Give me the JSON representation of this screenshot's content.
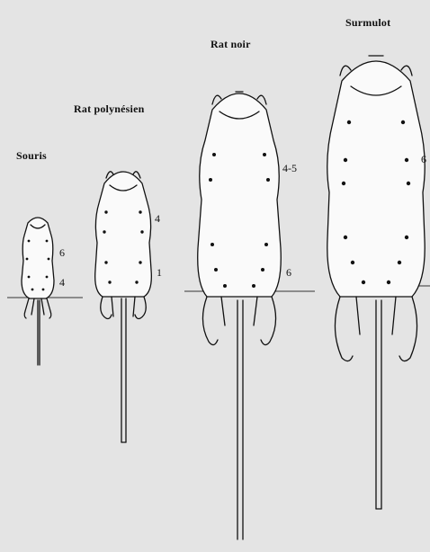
{
  "species": [
    {
      "id": "souris",
      "label": "Souris",
      "nipple_counts": [
        "6",
        "4"
      ]
    },
    {
      "id": "rat-polynesien",
      "label": "Rat polynésien",
      "nipple_counts": [
        "4",
        "1"
      ]
    },
    {
      "id": "rat-noir",
      "label": "Rat noir",
      "nipple_counts": [
        "4-5",
        "6"
      ]
    },
    {
      "id": "surmulot",
      "label": "Surmulot",
      "nipple_counts": [
        "6"
      ]
    }
  ]
}
